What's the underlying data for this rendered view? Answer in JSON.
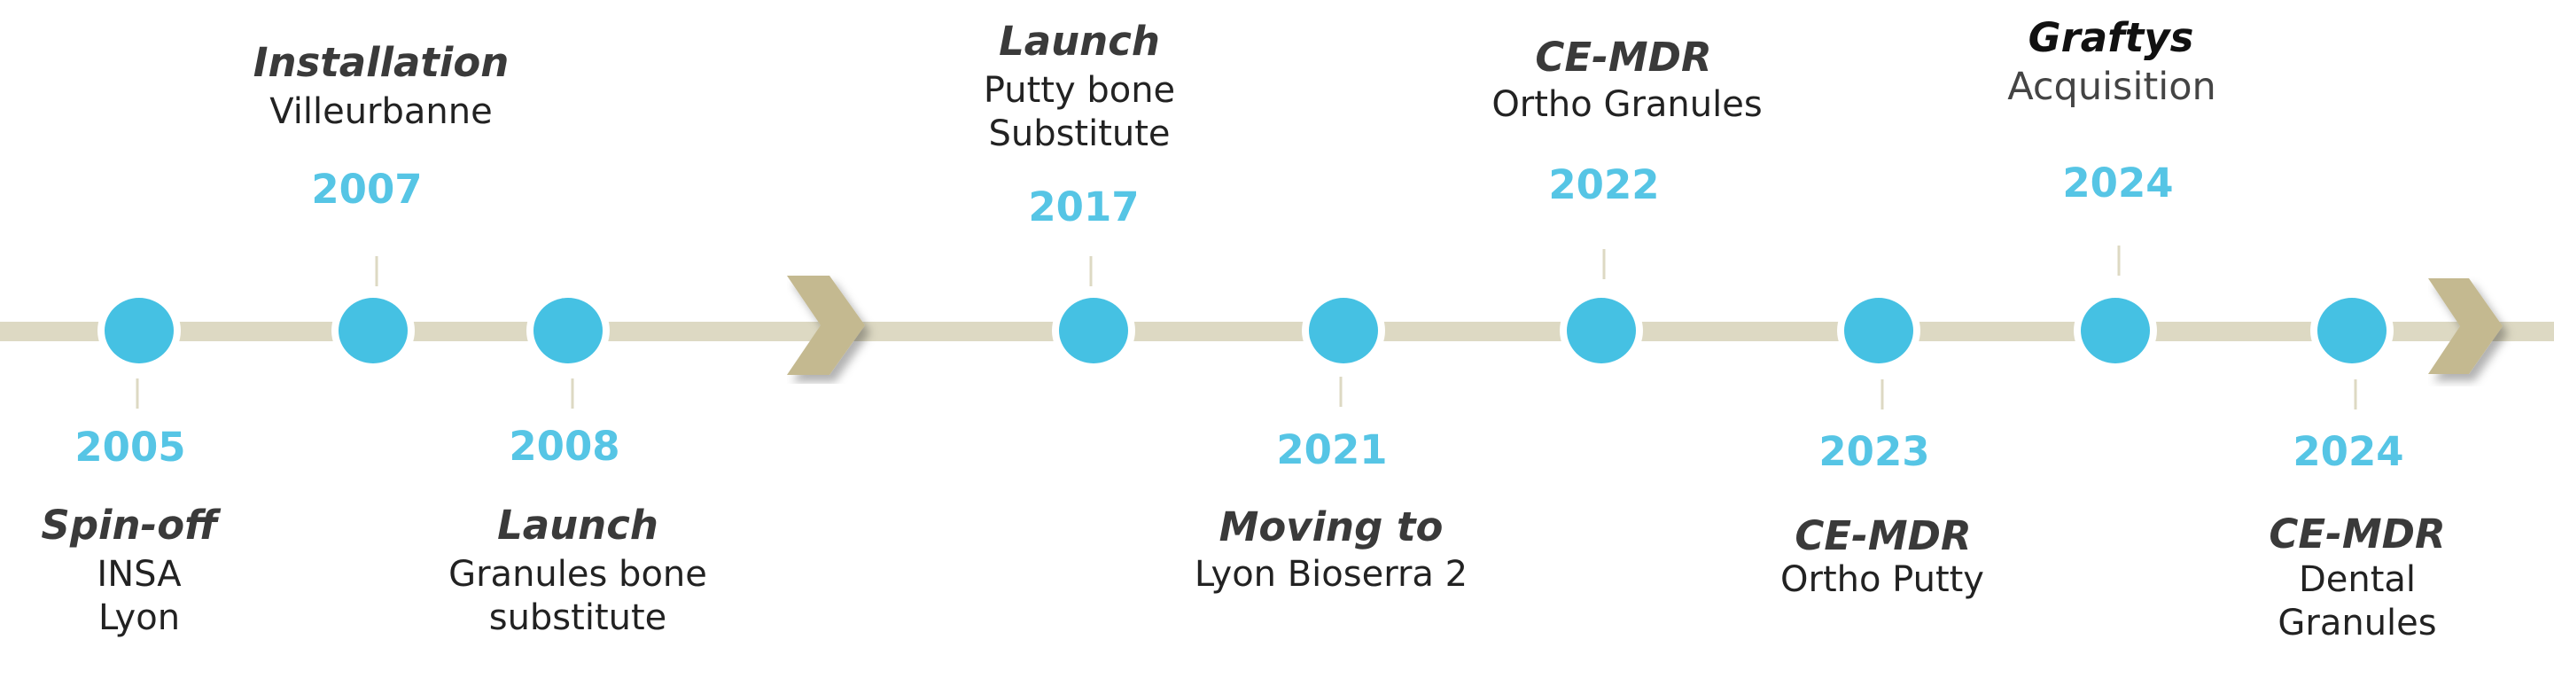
{
  "colors": {
    "line": "#ddd9c3",
    "dot": "#45c1e3",
    "year": "#56c5e5",
    "chevron": "#c4b990"
  },
  "events": [
    {
      "year": "2005",
      "title": "Spin-off",
      "desc1": "INSA",
      "desc2": "Lyon"
    },
    {
      "year": "2007",
      "title": "Installation",
      "desc1": "Villeurbanne",
      "desc2": ""
    },
    {
      "year": "2008",
      "title": "Launch",
      "desc1": "Granules bone",
      "desc2": "substitute"
    },
    {
      "year": "2017",
      "title": "Launch",
      "desc1": "Putty bone",
      "desc2": "Substitute"
    },
    {
      "year": "2021",
      "title": "Moving to",
      "desc1": "Lyon Bioserra 2",
      "desc2": ""
    },
    {
      "year": "2022",
      "title": "CE-MDR",
      "desc1": "Ortho Granules",
      "desc2": ""
    },
    {
      "year": "2023",
      "title": "CE-MDR",
      "desc1": "Ortho Putty",
      "desc2": ""
    },
    {
      "year": "2024",
      "title": "Graftys",
      "desc1": "Acquisition",
      "desc2": ""
    },
    {
      "year": "2024",
      "title": "CE-MDR",
      "desc1": "Dental",
      "desc2": "Granules"
    }
  ]
}
